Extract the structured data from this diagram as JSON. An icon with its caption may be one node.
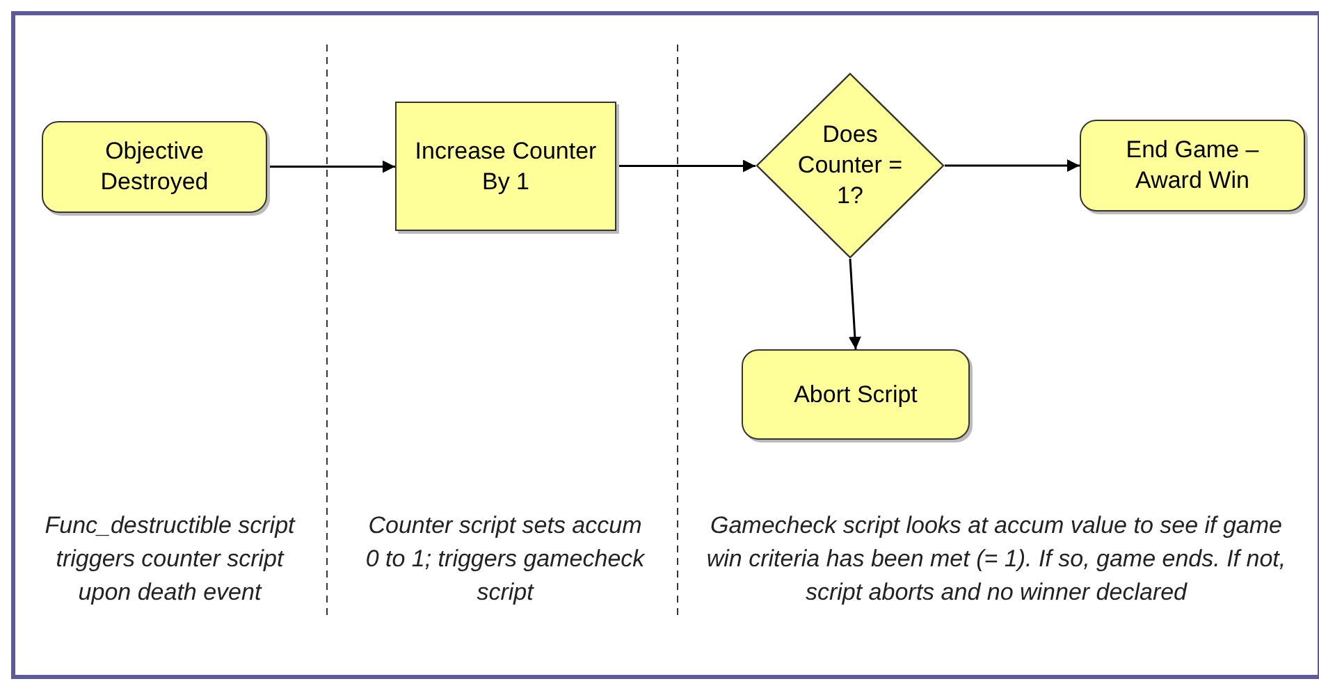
{
  "diagram": {
    "nodes": [
      {
        "text": [
          "Objective Destroyed"
        ]
      },
      {
        "text": [
          "Increase Counter By 1"
        ]
      },
      {
        "text": [
          "Does Counter = 1?"
        ]
      },
      {
        "text": [
          "End Game – Award Win"
        ]
      },
      {
        "text": [
          "Abort Script"
        ]
      }
    ],
    "edges": [
      {
        "from": 0,
        "to": 1,
        "arrow": "to"
      },
      {
        "from": 1,
        "to": 2,
        "arrow": "to"
      },
      {
        "from": 2,
        "to": 3,
        "arrow": "to"
      },
      {
        "from": 2,
        "to": 4,
        "arrow": "to"
      }
    ],
    "labels": [
      "Func_destructible script triggers counter script upon death event",
      "Counter script sets accum 0 to 1; triggers gamecheck script",
      "Gamecheck script looks at accum value to see if game win criteria has been met (= 1).  If so, game ends.  If not, script aborts and no winner declared"
    ]
  }
}
